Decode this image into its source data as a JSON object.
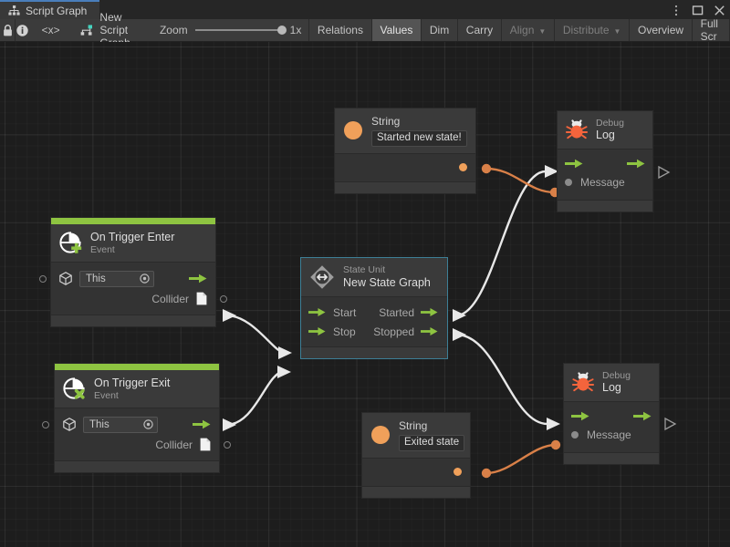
{
  "window": {
    "tab_label": "Script Graph",
    "tab_icon": "graph-hierarchy-icon",
    "controls": [
      {
        "name": "more-options-icon",
        "glyph": "kebab"
      },
      {
        "name": "maximize-icon",
        "glyph": "square"
      },
      {
        "name": "close-icon",
        "glyph": "cross"
      }
    ]
  },
  "toolbar": {
    "lock_icon": "lock-icon",
    "info_icon": "info-icon",
    "code_label": "<x>",
    "graph_name": "New Script Graph",
    "graph_icon": "script-graph-icon",
    "zoom_label": "Zoom",
    "zoom_value": "1x",
    "buttons": [
      {
        "label": "Relations",
        "active": false,
        "dim": false,
        "caret": false
      },
      {
        "label": "Values",
        "active": true,
        "dim": false,
        "caret": false
      },
      {
        "label": "Dim",
        "active": false,
        "dim": false,
        "caret": false
      },
      {
        "label": "Carry",
        "active": false,
        "dim": false,
        "caret": false
      },
      {
        "label": "Align",
        "active": false,
        "dim": true,
        "caret": true
      },
      {
        "label": "Distribute",
        "active": false,
        "dim": true,
        "caret": true
      },
      {
        "label": "Overview",
        "active": false,
        "dim": false,
        "caret": false
      },
      {
        "label": "Full Scr",
        "active": false,
        "dim": false,
        "caret": false
      }
    ]
  },
  "colors": {
    "event_accent": "#8ec441",
    "flow_green": "#8ec441",
    "value_orange": "#f0a05a",
    "selection": "#3d7f96",
    "wire_white": "#e8e8e8",
    "wire_orange": "#d98048",
    "canvas": "#1d1d1d"
  },
  "nodes": {
    "on_trigger_enter": {
      "title": "On Trigger Enter",
      "subtitle": "Event",
      "icon": "event-enter-icon",
      "target_value": "This",
      "target_icon": "gameobject-cube-icon",
      "output_label": "Collider",
      "output_icon": "collider-document-icon"
    },
    "on_trigger_exit": {
      "title": "On Trigger Exit",
      "subtitle": "Event",
      "icon": "event-exit-icon",
      "target_value": "This",
      "target_icon": "gameobject-cube-icon",
      "output_label": "Collider",
      "output_icon": "collider-document-icon"
    },
    "state_unit": {
      "subtitle": "State Unit",
      "title": "New  State  Graph",
      "icon": "state-unit-diamond-icon",
      "selected": true,
      "inputs": [
        "Start",
        "Stop"
      ],
      "outputs": [
        "Started",
        "Stopped"
      ]
    },
    "string_top": {
      "title": "String",
      "icon": "string-literal-icon",
      "value": "Started new state!"
    },
    "string_bottom": {
      "title": "String",
      "icon": "string-literal-icon",
      "value": "Exited state"
    },
    "debug_log_top": {
      "subtitle": "Debug",
      "title": "Log",
      "icon": "debug-bug-icon",
      "input_label": "Message"
    },
    "debug_log_bottom": {
      "subtitle": "Debug",
      "title": "Log",
      "icon": "debug-bug-icon",
      "input_label": "Message"
    }
  }
}
